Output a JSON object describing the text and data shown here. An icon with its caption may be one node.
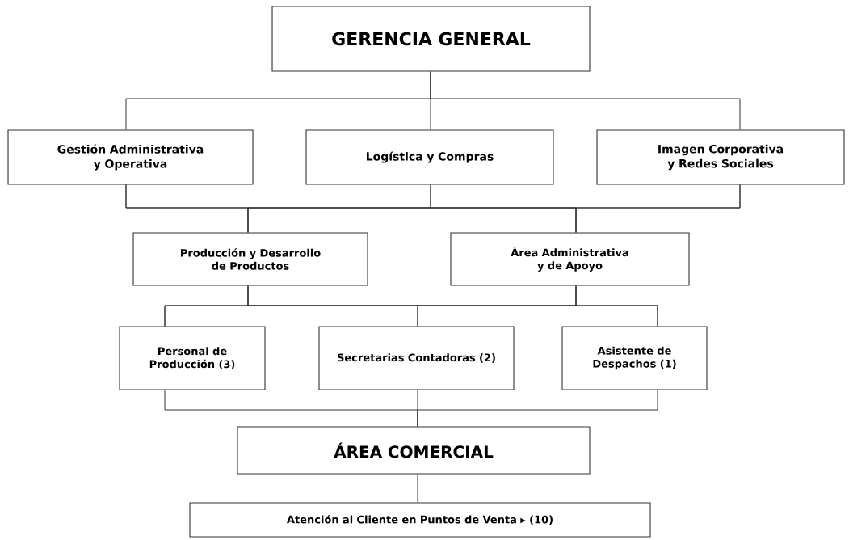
{
  "diagram": {
    "nodes": [
      {
        "text": [
          "GERENCIA GENERAL"
        ]
      },
      {
        "text": [
          "Gestión Administrativa y Operativa"
        ]
      },
      {
        "text": [
          "Logística y Compras"
        ]
      },
      {
        "text": [
          "Imagen Corporativa y Redes Sociales"
        ]
      },
      {
        "text": [
          "Producción y Desarrollo de Productos"
        ]
      },
      {
        "text": [
          "Área Administrativa y de Apoyo"
        ]
      },
      {
        "text": [
          "Personal de Producción (3)"
        ]
      },
      {
        "text": [
          "Secretarias Contadoras (2)"
        ]
      },
      {
        "text": [
          "Asistente de Despachos (1)"
        ]
      },
      {
        "text": [
          "ÁREA COMERCIAL"
        ]
      },
      {
        "text": [
          "Atención al Cliente en Puntos de Venta ▸ (10)"
        ]
      }
    ],
    "edges": [
      {
        "from": 0,
        "to": 1,
        "arrow": "none"
      },
      {
        "from": 0,
        "to": 2,
        "arrow": "none"
      },
      {
        "from": 0,
        "to": 3,
        "arrow": "none"
      },
      {
        "from": 1,
        "to": 4,
        "arrow": "none"
      },
      {
        "from": 1,
        "to": 5,
        "arrow": "none"
      },
      {
        "from": 2,
        "to": 4,
        "arrow": "none"
      },
      {
        "from": 2,
        "to": 5,
        "arrow": "none"
      },
      {
        "from": 3,
        "to": 4,
        "arrow": "none"
      },
      {
        "from": 3,
        "to": 5,
        "arrow": "none"
      },
      {
        "from": 4,
        "to": 6,
        "arrow": "none"
      },
      {
        "from": 4,
        "to": 7,
        "arrow": "none"
      },
      {
        "from": 4,
        "to": 8,
        "arrow": "none"
      },
      {
        "from": 5,
        "to": 6,
        "arrow": "none"
      },
      {
        "from": 5,
        "to": 7,
        "arrow": "none"
      },
      {
        "from": 5,
        "to": 8,
        "arrow": "none"
      },
      {
        "from": 6,
        "to": 9,
        "arrow": "none"
      },
      {
        "from": 7,
        "to": 9,
        "arrow": "none"
      },
      {
        "from": 8,
        "to": 9,
        "arrow": "none"
      },
      {
        "from": 9,
        "to": 10,
        "arrow": "none"
      }
    ]
  }
}
